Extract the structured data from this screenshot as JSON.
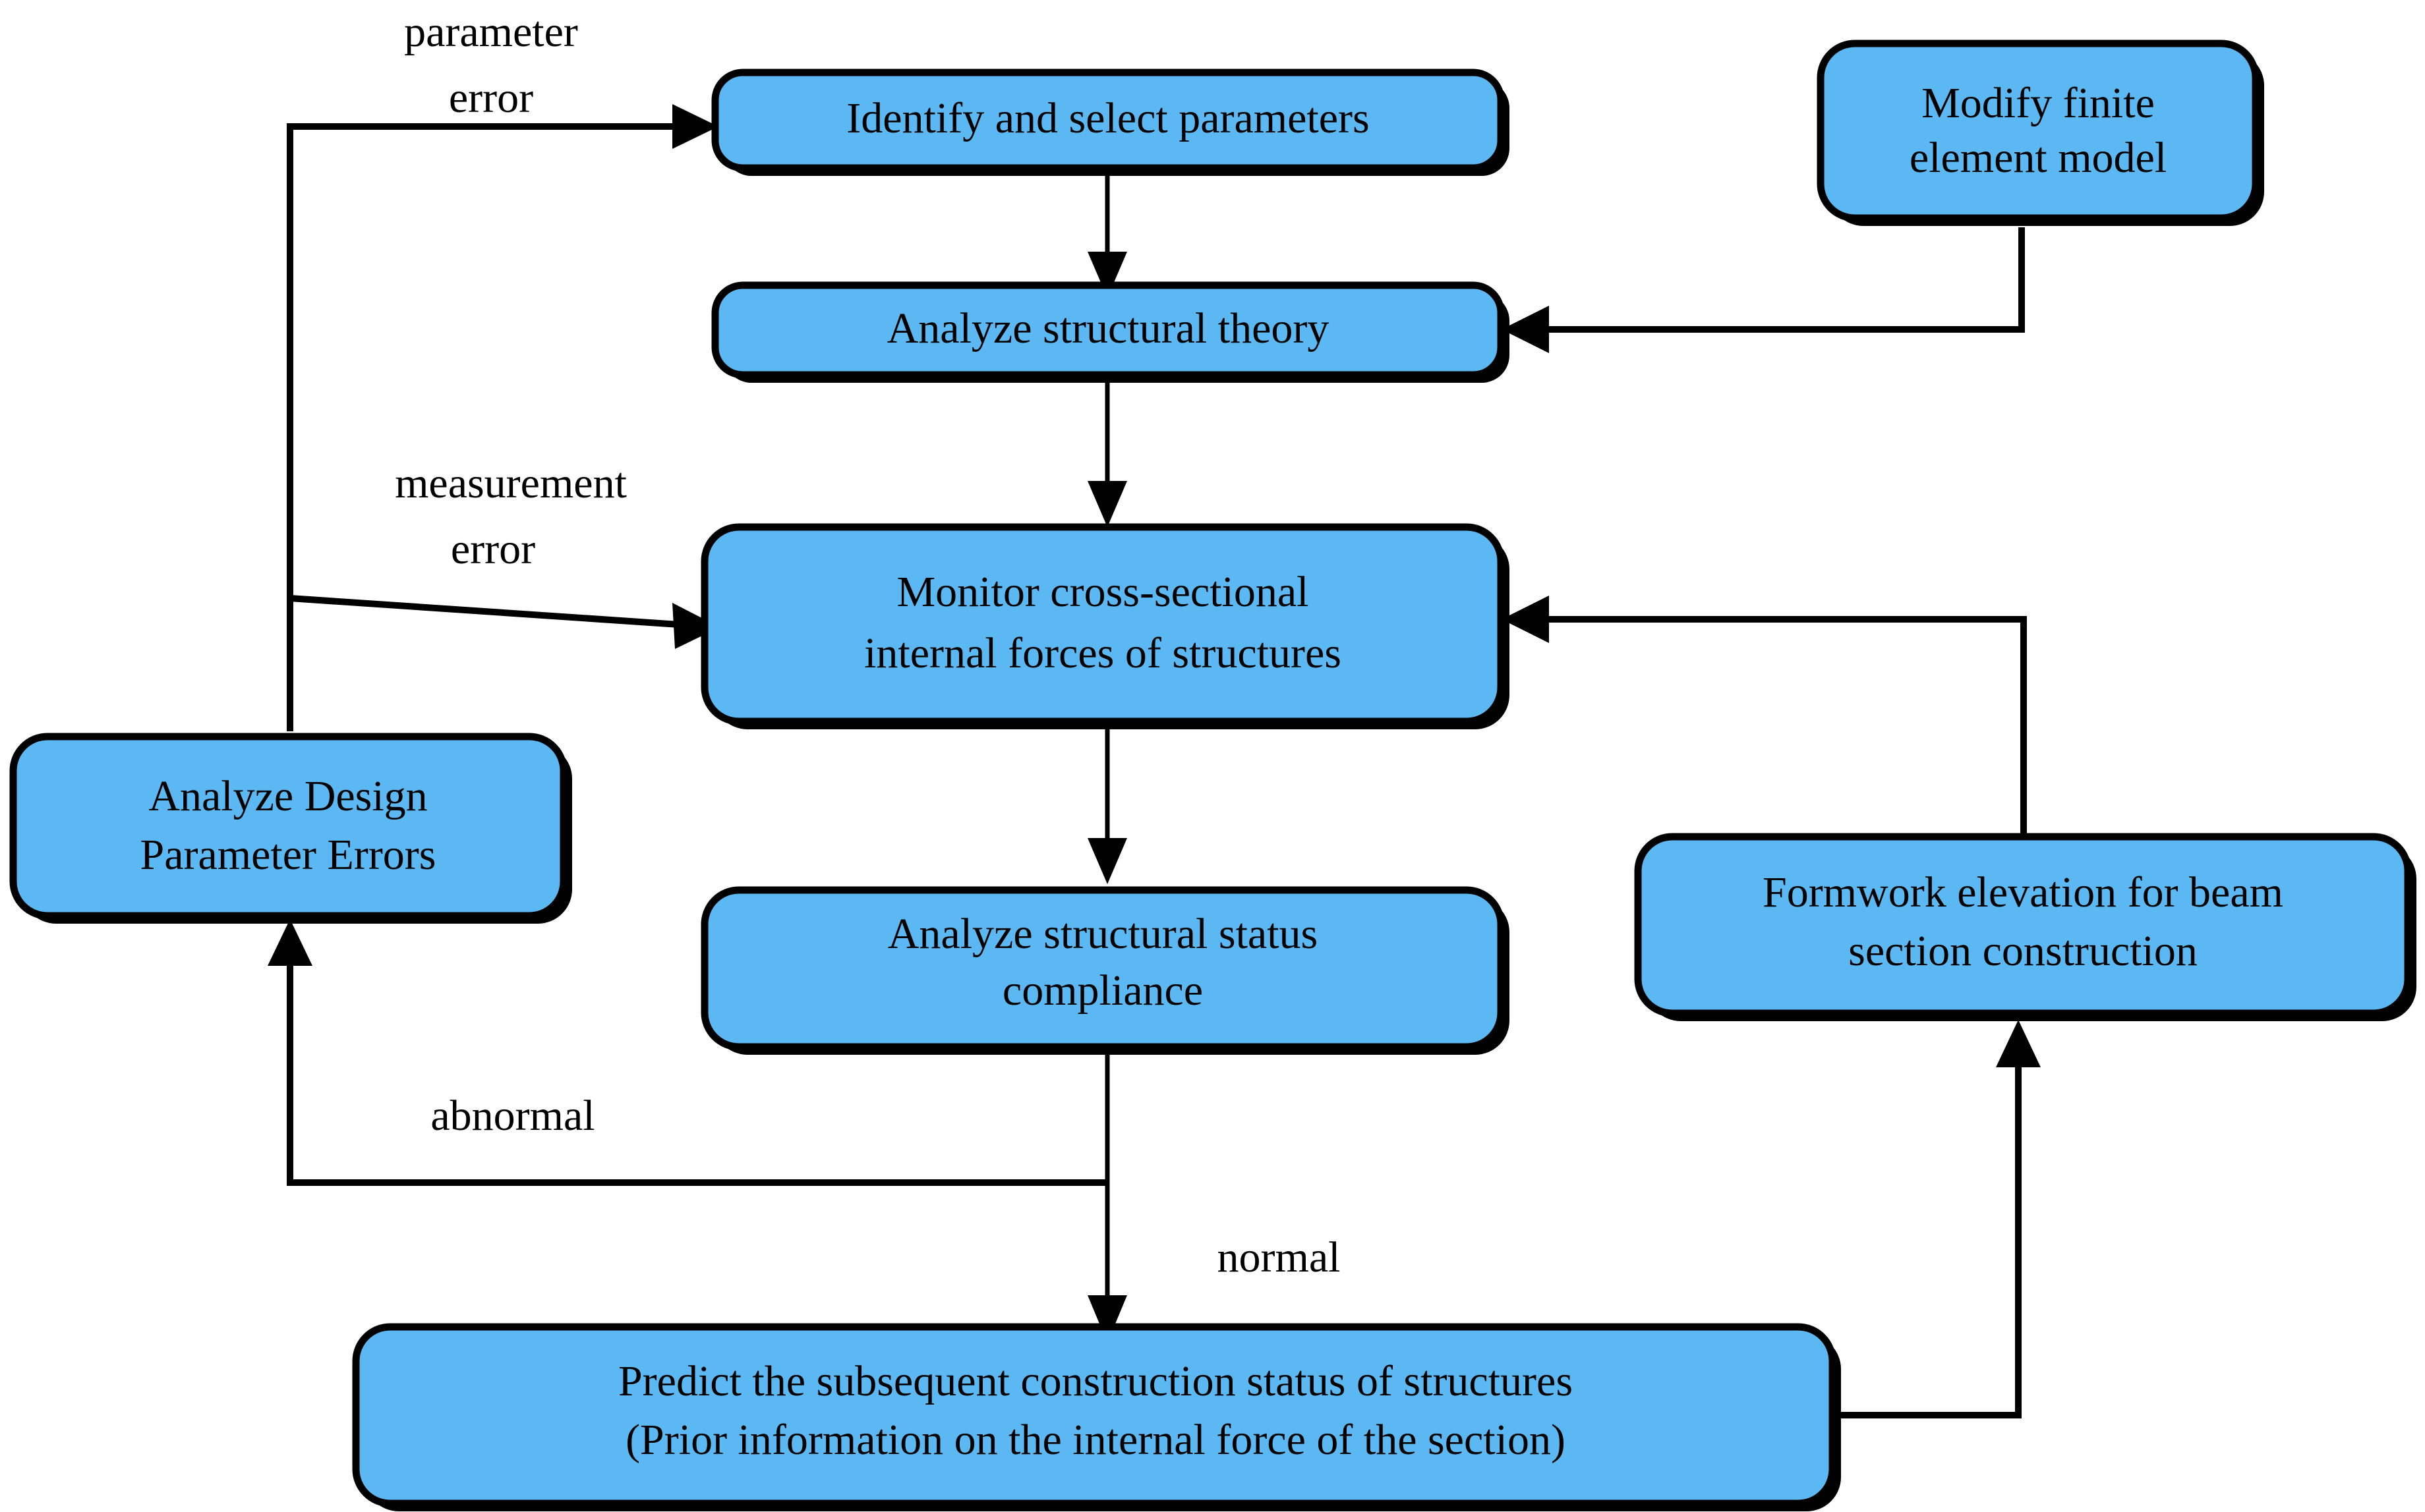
{
  "diagram": {
    "title": "Structural construction monitoring flowchart",
    "accent_color": "#5cb8f2",
    "line_color": "#000000",
    "background_color": "#ffffff",
    "nodes": [
      {
        "id": "identify",
        "lines": [
          "Identify and select parameters"
        ]
      },
      {
        "id": "modify",
        "lines": [
          "Modify finite",
          "element model"
        ]
      },
      {
        "id": "theory",
        "lines": [
          "Analyze structural theory"
        ]
      },
      {
        "id": "monitor",
        "lines": [
          "Monitor cross-sectional",
          "internal forces of structures"
        ]
      },
      {
        "id": "design-errors",
        "lines": [
          "Analyze Design",
          "Parameter Errors"
        ]
      },
      {
        "id": "compliance",
        "lines": [
          "Analyze structural status",
          "compliance"
        ]
      },
      {
        "id": "formwork",
        "lines": [
          "Formwork elevation for beam",
          "section construction"
        ]
      },
      {
        "id": "predict",
        "lines": [
          "Predict the subsequent construction status of structures",
          "(Prior information on the internal force of the section)"
        ]
      }
    ],
    "edge_labels": [
      {
        "id": "parameter-error",
        "lines": [
          "parameter",
          "error"
        ]
      },
      {
        "id": "measurement-error",
        "lines": [
          "measurement",
          "error"
        ]
      },
      {
        "id": "abnormal",
        "lines": [
          "abnormal"
        ]
      },
      {
        "id": "normal",
        "lines": [
          "normal"
        ]
      }
    ]
  }
}
